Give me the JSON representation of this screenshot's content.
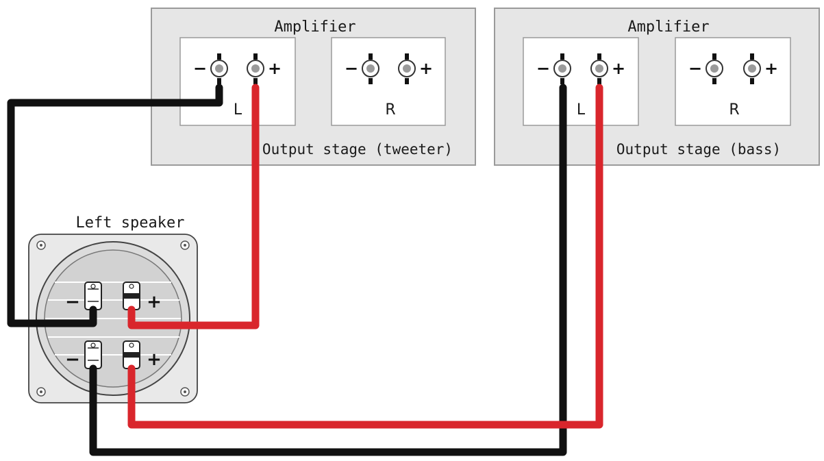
{
  "amplifier_tweeter": {
    "title": "Amplifier",
    "stage_label": "Output stage (tweeter)",
    "channel_left": "L",
    "channel_right": "R"
  },
  "amplifier_bass": {
    "title": "Amplifier",
    "stage_label": "Output stage (bass)",
    "channel_left": "L",
    "channel_right": "R"
  },
  "speaker": {
    "title": "Left speaker"
  },
  "terminal_symbols": {
    "minus": "−",
    "plus": "+"
  },
  "colors": {
    "wire_positive": "#d9262c",
    "wire_negative": "#111111",
    "panel_fill": "#e6e6e6",
    "panel_border": "#9a9a9a",
    "background": "#ffffff"
  }
}
